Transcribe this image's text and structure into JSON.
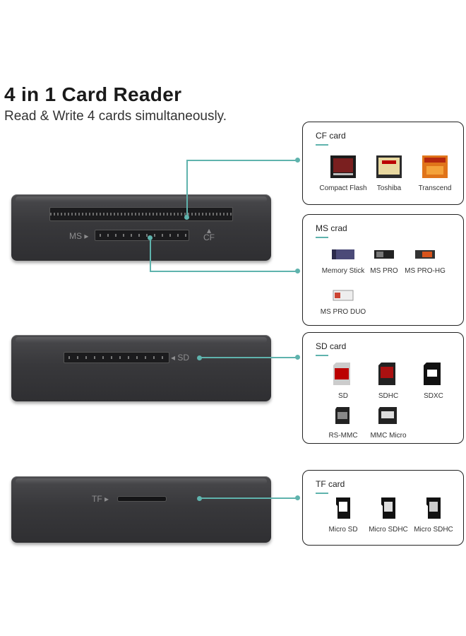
{
  "header": {
    "title": "4 in 1 Card Reader",
    "subtitle": "Read & Write 4 cards simultaneously."
  },
  "devices": {
    "top": {
      "ms_label": "MS",
      "cf_label": "CF"
    },
    "sd": {
      "label": "SD"
    },
    "tf": {
      "label": "TF"
    }
  },
  "colors": {
    "accent": "#5fb3ad",
    "device": "#3a3a3d"
  },
  "panels": {
    "cf": {
      "title": "CF card",
      "items": [
        "Compact Flash",
        "Toshiba",
        "Transcend"
      ]
    },
    "ms": {
      "title": "MS crad",
      "items": [
        "Memory Stick",
        "MS PRO",
        "MS PRO-HG",
        "MS PRO DUO"
      ]
    },
    "sd": {
      "title": "SD card",
      "items": [
        "SD",
        "SDHC",
        "SDXC",
        "RS-MMC",
        "MMC Micro"
      ]
    },
    "tf": {
      "title": "TF card",
      "items": [
        "Micro SD",
        "Micro SDHC",
        "Micro SDHC"
      ]
    }
  }
}
